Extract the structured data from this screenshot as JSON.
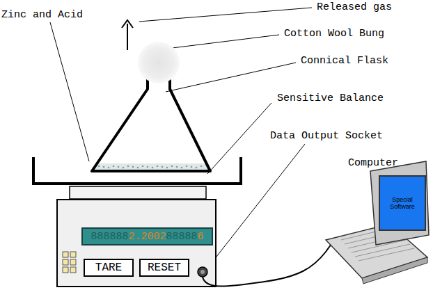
{
  "diagram": {
    "nodes": [
      {
        "text": [
          "888888",
          "2.2002",
          "88888",
          "6"
        ]
      },
      {
        "text": [
          "TARE"
        ]
      },
      {
        "text": [
          "RESET"
        ]
      },
      {
        "text": [
          "Special Software"
        ]
      }
    ],
    "labels": [
      "Zinc and Acid",
      "Released gas",
      "Cotton Wool Bung",
      "Connical Flask",
      "Sensitive Balance",
      "Data Output Socket",
      "Computer"
    ]
  }
}
